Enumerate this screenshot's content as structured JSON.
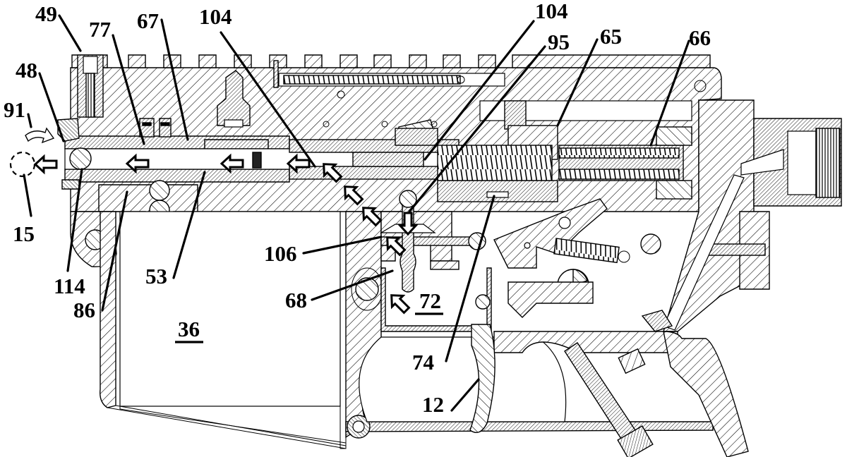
{
  "figure": {
    "title": "Sectional view of firearm lower receiver with gas flow path",
    "style": "patent line drawing, black hatching on white",
    "colors": {
      "ink": "#000000",
      "paper": "#ffffff"
    }
  },
  "reference_numerals": [
    {
      "id": "49",
      "text": "49",
      "underlined": false,
      "target": "threaded-plug-in-rail"
    },
    {
      "id": "77",
      "text": "77",
      "underlined": false,
      "target": "seal-assembly"
    },
    {
      "id": "67",
      "text": "67",
      "underlined": false,
      "target": "bore-tube-upper-wall"
    },
    {
      "id": "104a",
      "text": "104",
      "underlined": false,
      "target": "angled-gas-passage"
    },
    {
      "id": "104b",
      "text": "104",
      "underlined": false,
      "target": "angled-gas-passage-rear"
    },
    {
      "id": "95",
      "text": "95",
      "underlined": false,
      "target": "piston-head"
    },
    {
      "id": "65",
      "text": "65",
      "underlined": false,
      "target": "piston-body"
    },
    {
      "id": "66",
      "text": "66",
      "underlined": false,
      "target": "return-spring"
    },
    {
      "id": "48",
      "text": "48",
      "underlined": false,
      "target": "muzzle-end-cap"
    },
    {
      "id": "91",
      "text": "91",
      "underlined": false,
      "target": "rotation-arrow"
    },
    {
      "id": "15",
      "text": "15",
      "underlined": false,
      "target": "projectile-exit-position"
    },
    {
      "id": "114",
      "text": "114",
      "underlined": false,
      "target": "projectile-ball"
    },
    {
      "id": "86",
      "text": "86",
      "underlined": false,
      "target": "feed-block"
    },
    {
      "id": "53",
      "text": "53",
      "underlined": false,
      "target": "barrel-bore"
    },
    {
      "id": "106",
      "text": "106",
      "underlined": false,
      "target": "valve-chamber"
    },
    {
      "id": "68",
      "text": "68",
      "underlined": false,
      "target": "valve-stem"
    },
    {
      "id": "72",
      "text": "72",
      "underlined": true,
      "target": "gas-reservoir"
    },
    {
      "id": "36",
      "text": "36",
      "underlined": true,
      "target": "magazine-well"
    },
    {
      "id": "74",
      "text": "74",
      "underlined": false,
      "target": "hammer-linkage"
    },
    {
      "id": "12",
      "text": "12",
      "underlined": false,
      "target": "trigger"
    }
  ],
  "flow_arrows": [
    {
      "name": "exit-arrow",
      "direction": "left"
    },
    {
      "name": "bore-arrow-1",
      "direction": "left"
    },
    {
      "name": "bore-arrow-2",
      "direction": "left"
    },
    {
      "name": "bore-arrow-3",
      "direction": "left"
    },
    {
      "name": "passage-arrow-1",
      "direction": "up-left"
    },
    {
      "name": "passage-arrow-2",
      "direction": "up-left"
    },
    {
      "name": "passage-arrow-3",
      "direction": "up-left"
    },
    {
      "name": "valve-arrow-down",
      "direction": "down"
    },
    {
      "name": "chamber-arrow",
      "direction": "up-left"
    },
    {
      "name": "reservoir-arrow",
      "direction": "up-left"
    }
  ]
}
